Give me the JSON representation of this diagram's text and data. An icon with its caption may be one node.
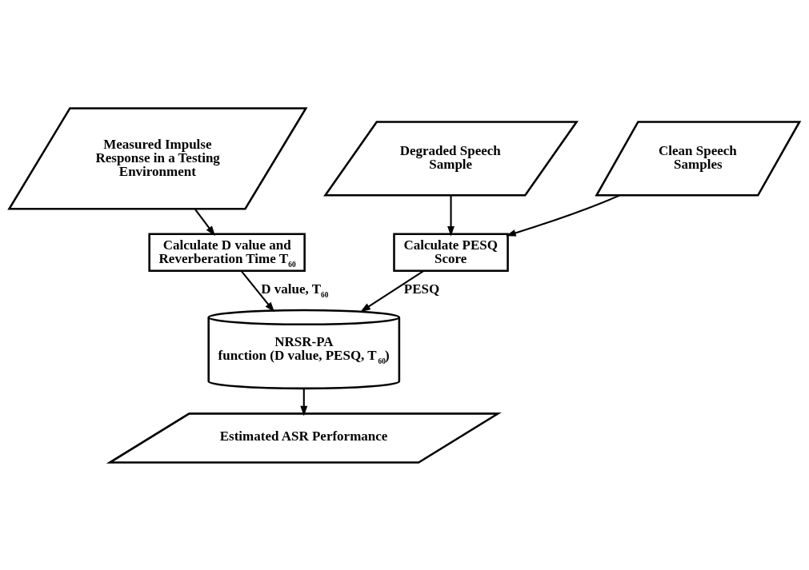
{
  "diagram": {
    "nodes": [
      {
        "text": [
          "Measured Impulse Response in a Testing Environment"
        ]
      },
      {
        "text": [
          "Degraded Speech Sample"
        ]
      },
      {
        "text": [
          "Clean Speech Samples"
        ]
      },
      {
        "text": [
          "Calculate D value and Reverberation Time T$_{60}$"
        ]
      },
      {
        "text": [
          "Calculate PESQ Score"
        ]
      },
      {
        "text": [
          "NRSR-PA",
          "function (D value, PESQ, T$_{60}$)"
        ]
      },
      {
        "text": [
          "Estimated ASR Performance"
        ]
      }
    ],
    "edges": [
      {
        "from": 0,
        "to": 3,
        "arrow": "to"
      },
      {
        "from": 1,
        "to": 4,
        "arrow": "to"
      },
      {
        "from": 2,
        "to": 4,
        "arrow": "to"
      },
      {
        "from": 3,
        "to": 5,
        "arrow": "to",
        "label": "D value, T$_{60}$"
      },
      {
        "from": 4,
        "to": 5,
        "arrow": "to",
        "label": "PESQ"
      },
      {
        "from": 5,
        "to": 6,
        "arrow": "to"
      }
    ]
  }
}
